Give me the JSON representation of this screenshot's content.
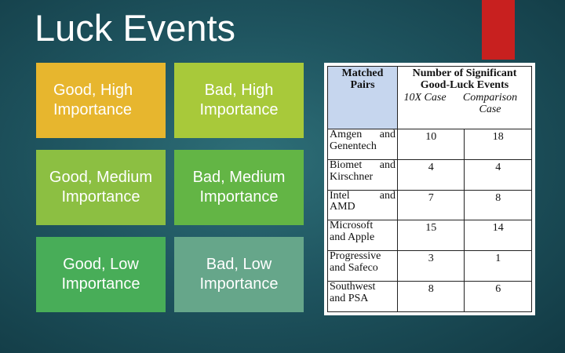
{
  "slide": {
    "title": "Luck Events",
    "tiles": [
      {
        "label": "Good, High Importance",
        "color": "#e7b62e"
      },
      {
        "label": "Bad, High Importance",
        "color": "#a8c93a"
      },
      {
        "label": "Good, Medium Importance",
        "color": "#8cbf42"
      },
      {
        "label": "Bad, Medium Importance",
        "color": "#63b545"
      },
      {
        "label": "Good, Low Importance",
        "color": "#48ad58"
      },
      {
        "label": "Bad, Low Importance",
        "color": "#66a68a"
      }
    ],
    "accent_color": "#c8201f"
  },
  "table": {
    "col1_header": "Matched Pairs",
    "col2_header": "Number of Significant Good-Luck Events",
    "sub_10x": "10X Case",
    "sub_comparison": "Comparison Case",
    "rows": [
      {
        "first": "Amgen",
        "and": "and",
        "second": "Genentech",
        "a": "10",
        "b": "18"
      },
      {
        "first": "Biomet",
        "and": "and",
        "second": "Kirschner",
        "a": "4",
        "b": "4"
      },
      {
        "first": "Intel",
        "and": "and",
        "second": "AMD",
        "a": "7",
        "b": "8"
      },
      {
        "first": "Microsoft",
        "and": "",
        "second": "and Apple",
        "a": "15",
        "b": "14"
      },
      {
        "first": "Progressive",
        "and": "",
        "second": "and Safeco",
        "a": "3",
        "b": "1"
      },
      {
        "first": "Southwest",
        "and": "",
        "second": "and PSA",
        "a": "8",
        "b": "6"
      }
    ]
  }
}
